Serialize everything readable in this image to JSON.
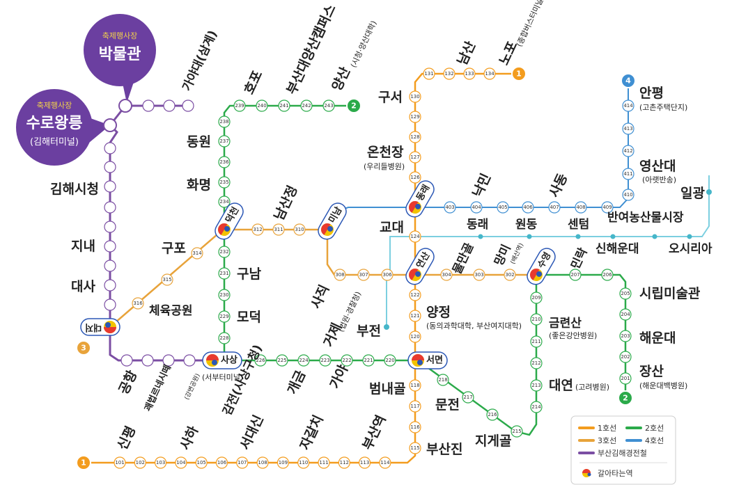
{
  "colors": {
    "line1": "#F39C1E",
    "line2": "#2BAA4A",
    "line3": "#E8A33A",
    "line4": "#3F8FD2",
    "gimhae": "#7B4EA3",
    "donghae": "#7CCFE0",
    "festival": "#6B3FA0"
  },
  "festival": {
    "museum_tag": "축제행사장",
    "museum_name": "박물관",
    "suro_tag": "축제행사장",
    "suro_name": "수로왕릉",
    "suro_sub": "(김해터미널)"
  },
  "terminal_badges": {
    "line1_top": "1",
    "line1_bottom": "1",
    "line2": "2",
    "line2_east": "2",
    "line3": "3",
    "line4": "4"
  },
  "line1_bottom_codes": [
    "101",
    "102",
    "103",
    "104",
    "105",
    "106",
    "107",
    "108",
    "109",
    "110",
    "111",
    "112",
    "113",
    "114"
  ],
  "line1_vertical_codes": [
    "115",
    "116",
    "117",
    "118",
    "120",
    "121",
    "122",
    "124",
    "126",
    "127",
    "128",
    "129",
    "130"
  ],
  "line1_top_codes": [
    "131",
    "132",
    "133",
    "134"
  ],
  "line2_top_codes": [
    "239",
    "240",
    "241",
    "242",
    "243"
  ],
  "line2_left_codes": [
    "238",
    "237",
    "236",
    "235",
    "234",
    "232",
    "231",
    "230",
    "229",
    "228"
  ],
  "line2_mid_codes": [
    "226",
    "225",
    "224",
    "223",
    "222",
    "221",
    "220"
  ],
  "line2_diag_codes": [
    "218",
    "217",
    "216",
    "215"
  ],
  "line2_right_codes": [
    "214",
    "213",
    "212",
    "211",
    "210",
    "209"
  ],
  "line2_east_codes": [
    "207",
    "206",
    "205",
    "204",
    "203",
    "202",
    "201"
  ],
  "line3_codes": [
    "312",
    "311",
    "310",
    "308",
    "307",
    "306",
    "304",
    "303",
    "302",
    "314",
    "315",
    "316"
  ],
  "line4_codes": [
    "403",
    "404",
    "405",
    "406",
    "407",
    "408",
    "409",
    "410",
    "411",
    "412",
    "413",
    "414"
  ],
  "transfer": {
    "deokcheon": "덕천",
    "minam": "미남",
    "dongnae": "동래",
    "yeonsan": "연산",
    "suyeong": "수영",
    "sasang": "사상",
    "seomyeon": "서면",
    "daejeo": "대저"
  },
  "stations": {
    "gayadae": "가야대(삼계)",
    "hopo": "호포",
    "busan_natl_univ_yangsan": "부산대양산캠퍼스",
    "yangsan": "양산",
    "yangsan_sub": "(시청·양산대학)",
    "gimhae_cityhall": "김해시청",
    "jinae": "지내",
    "daesa": "대사",
    "dongwon": "동원",
    "hwamyeong": "화명",
    "gupo": "구포",
    "nam_sanjeong": "남산정",
    "sports_park": "체육공원",
    "gunam": "구남",
    "modeok": "모덕",
    "sasang_sub": "(서부터미널)",
    "airport": "공항",
    "gwaebeop": "괘법르네시떼",
    "gwaebeop_sub": "(강변공원)",
    "gamjeon": "감전(사상구청)",
    "gaegeum": "개금",
    "gaya": "가야",
    "beomnaegol": "범내골",
    "sinpyeong": "신평",
    "saha": "사하",
    "seodaesin": "서대신",
    "jagalchi": "자갈치",
    "busan_station": "부산역",
    "busanjin": "부산진",
    "nampo": "남산",
    "nopo": "노포",
    "nopo_sub": "(종합버스터미널)",
    "guseo": "구서",
    "oncheonjang": "온천장",
    "oncheonjang_sub": "(우리들병원)",
    "gyodae": "교대",
    "sajik": "사직",
    "geoje": "거제",
    "geoje_sub": "(법원·경찰청)",
    "bujeon": "부전",
    "yangjeong": "양정",
    "yangjeong_sub": "(동의과학대학, 부산여지대학)",
    "muljeong": "물만골",
    "mangmi": "망미",
    "mangmi_sub": "(배산역)",
    "millak": "민락",
    "munjeon": "문전",
    "jigegol": "지게골",
    "geumnyeonsan": "금련산",
    "geumnyeonsan_sub": "(좋은강안병원)",
    "daeyeon": "대연",
    "daeyeon_sub": "(고려병원)",
    "nakmin": "낙민",
    "sadong": "사동",
    "anpyeong": "안평",
    "anpyeong_sub": "(고촌주택단지)",
    "yeongsandae": "영산대",
    "yeongsandae_sub": "(아랫반송)",
    "ilgwang": "일광",
    "banyeo": "반여농산물시장",
    "dongnae_dh": "동래",
    "wondong": "원동",
    "centum": "센텀",
    "sinhaeundae": "신해운대",
    "osiria": "오시리아",
    "art_museum": "시립미술관",
    "haeundae": "해운대",
    "jangsan": "장산",
    "jangsan_sub": "(해운대백병원)"
  },
  "legend": {
    "line1": "1호선",
    "line2": "2호선",
    "line3": "3호선",
    "line4": "4호선",
    "gimhae": "부산김해경전철",
    "transfer": "갈아타는역"
  }
}
